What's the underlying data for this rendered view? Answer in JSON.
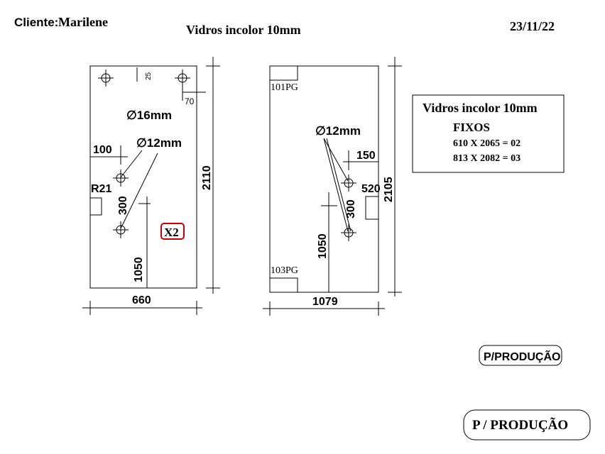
{
  "header": {
    "client_label": "Cliente:",
    "client_name": "Marilene",
    "title": "Vidros incolor 10mm",
    "date": "23/11/22"
  },
  "panel_left": {
    "width_label": "660",
    "height_label": "2110",
    "hole_large": "∅16mm",
    "hole_small": "∅12mm",
    "offset_top_small": "25",
    "offset_top_side": "70",
    "offset_100": "100",
    "radius_label": "R21",
    "spacing_300": "300",
    "height_1050": "1050",
    "quantity_badge": "X2"
  },
  "panel_right": {
    "width_label": "1079",
    "height_label": "2105",
    "hinge_top": "101PG",
    "hinge_bottom": "103PG",
    "hole_small": "∅12mm",
    "offset_150": "150",
    "offset_520": "520",
    "spacing_300": "300",
    "height_1050": "1050"
  },
  "info_box": {
    "title": "Vidros incolor 10mm",
    "subtitle": "FIXOS",
    "line1": "610 X 2065 = 02",
    "line2": "813 X 2082 = 03"
  },
  "stamps": {
    "small": "P/PRODUÇÃO",
    "large": "P / PRODUÇÃO"
  },
  "colors": {
    "line": "#000000",
    "badge_border": "#cc0000"
  }
}
